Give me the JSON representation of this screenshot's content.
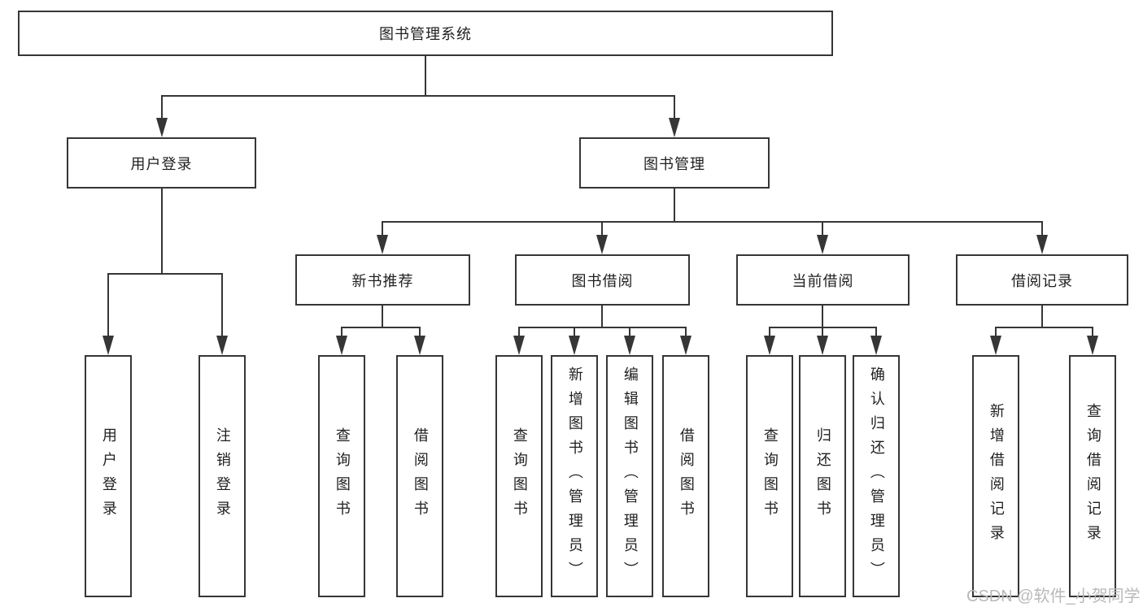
{
  "diagram": {
    "title": "图书管理系统",
    "type": "hierarchy-tree",
    "colors": {
      "line": "#363636",
      "box_border": "#363636",
      "text": "#1f1f1f",
      "background": "#ffffff",
      "watermark": "#b9b9b9"
    },
    "nodes": {
      "root": {
        "label": "图书管理系统"
      },
      "level2": [
        {
          "label": "用户登录",
          "parent": "图书管理系统"
        },
        {
          "label": "图书管理",
          "parent": "图书管理系统"
        }
      ],
      "level3": [
        {
          "label": "新书推荐",
          "parent": "图书管理"
        },
        {
          "label": "图书借阅",
          "parent": "图书管理"
        },
        {
          "label": "当前借阅",
          "parent": "图书管理"
        },
        {
          "label": "借阅记录",
          "parent": "图书管理"
        }
      ],
      "level4": [
        {
          "label": "用户登录",
          "parent": "用户登录"
        },
        {
          "label": "注销登录",
          "parent": "用户登录"
        },
        {
          "label": "查询图书",
          "parent": "新书推荐"
        },
        {
          "label": "借阅图书",
          "parent": "新书推荐"
        },
        {
          "label": "查询图书",
          "parent": "图书借阅"
        },
        {
          "label": "新增图书（管理员）",
          "parent": "图书借阅"
        },
        {
          "label": "编辑图书（管理员）",
          "parent": "图书借阅"
        },
        {
          "label": "借阅图书",
          "parent": "图书借阅"
        },
        {
          "label": "查询图书",
          "parent": "当前借阅"
        },
        {
          "label": "归还图书",
          "parent": "当前借阅"
        },
        {
          "label": "确认归还（管理员）",
          "parent": "当前借阅"
        },
        {
          "label": "新增借阅记录",
          "parent": "借阅记录"
        },
        {
          "label": "查询借阅记录",
          "parent": "借阅记录"
        }
      ]
    },
    "watermark": {
      "text": "CSDN @软件_小贺同学"
    }
  }
}
